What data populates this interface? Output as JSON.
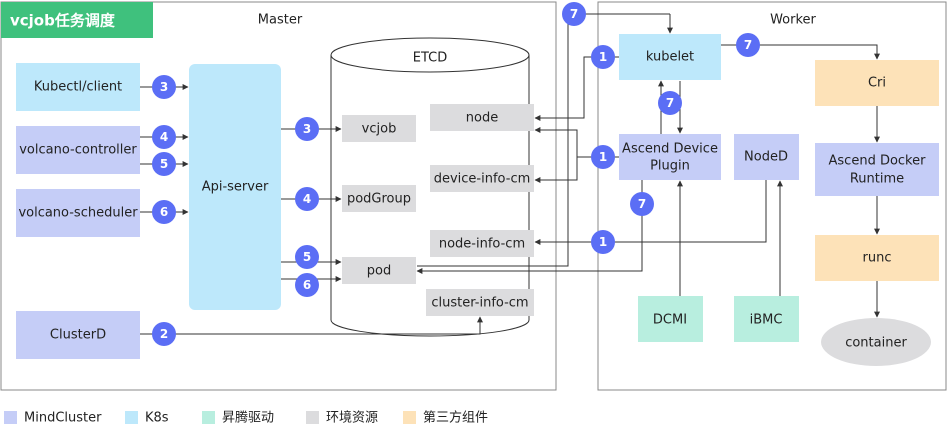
{
  "title": "vcjob任务调度",
  "master": {
    "label": "Master"
  },
  "worker": {
    "label": "Worker"
  },
  "etcd": {
    "label": "ETCD"
  },
  "nodes": {
    "kubectl": "Kubectl/client",
    "volcano_controller": "volcano-controller",
    "volcano_scheduler": "volcano-scheduler",
    "clusterd": "ClusterD",
    "apiserver": "Api-server",
    "vcjob": "vcjob",
    "podgroup": "podGroup",
    "pod": "pod",
    "node": "node",
    "device_info_cm": "device-info-cm",
    "node_info_cm": "node-info-cm",
    "cluster_info_cm": "cluster-info-cm",
    "kubelet": "kubelet",
    "ascend_device_plugin_1": "Ascend Device",
    "ascend_device_plugin_2": "Plugin",
    "noded": "NodeD",
    "dcmi": "DCMI",
    "ibmc": "iBMC",
    "cri": "Cri",
    "ascend_docker_runtime_1": "Ascend Docker",
    "ascend_docker_runtime_2": "Runtime",
    "runc": "runc",
    "container": "container"
  },
  "steps": [
    "1",
    "2",
    "3",
    "4",
    "5",
    "6",
    "7"
  ],
  "legend": [
    {
      "label": "MindCluster",
      "color": "#c5cdf7"
    },
    {
      "label": "K8s",
      "color": "#bde8fb"
    },
    {
      "label": "昇腾驱动",
      "color": "#b8eedf"
    },
    {
      "label": "环境资源",
      "color": "#dcdcde"
    },
    {
      "label": "第三方组件",
      "color": "#fde2b8"
    }
  ],
  "colors": {
    "mindcluster": "#c5cdf7",
    "k8s": "#bde8fb",
    "driver": "#b8eedf",
    "env": "#dcdcde",
    "thirdparty": "#fde2b8",
    "title_bg": "#3fc17d",
    "badge": "#5b6ef5"
  }
}
